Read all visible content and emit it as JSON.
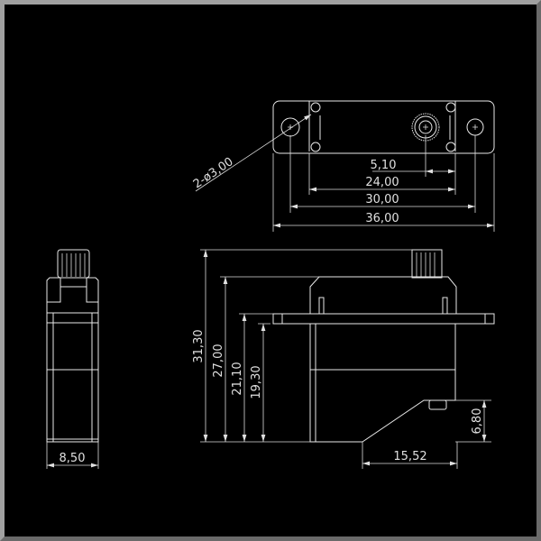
{
  "title": "Servo dimension drawing",
  "top_view": {
    "hole_label": "2-ø3,00",
    "dims": [
      "5,10",
      "24,00",
      "30,00",
      "36,00"
    ]
  },
  "side_view": {
    "dims_vertical": [
      "31,30",
      "27,00",
      "21,10",
      "19,30",
      "6,80"
    ],
    "dim_horizontal": "15,52"
  },
  "end_view": {
    "dim_width": "8,50"
  }
}
